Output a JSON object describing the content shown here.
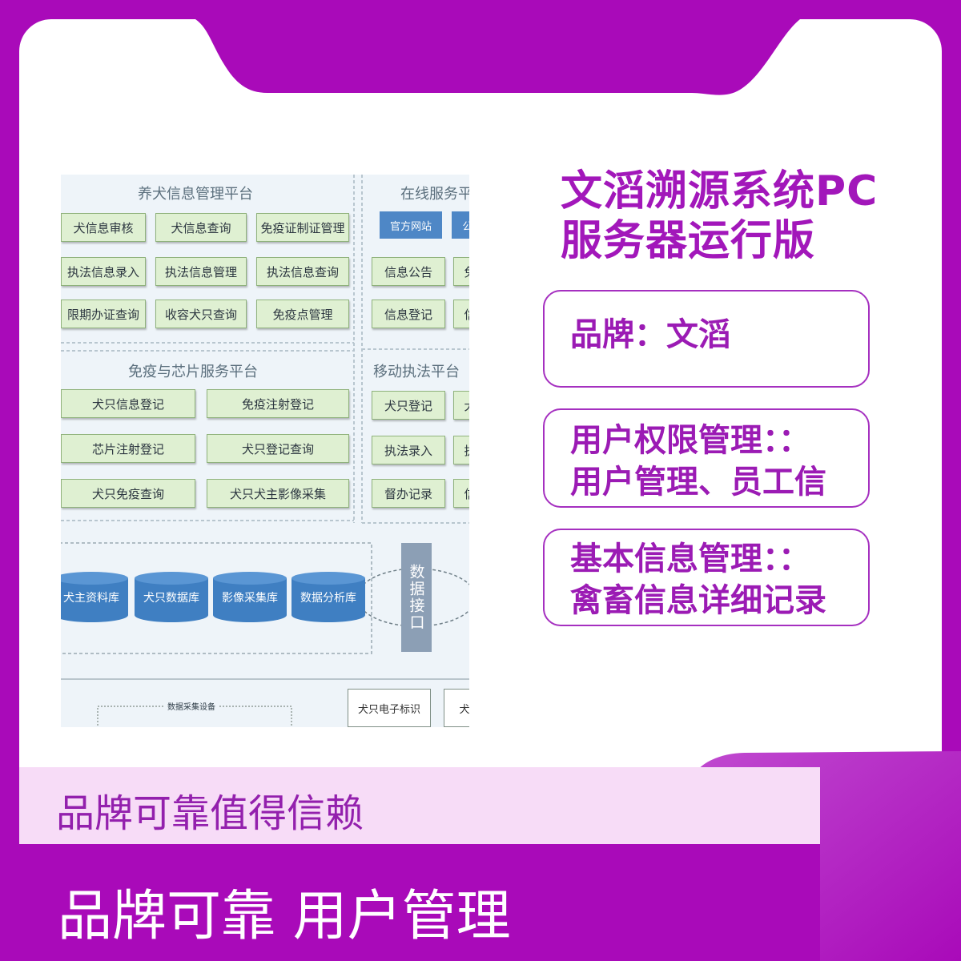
{
  "diagram": {
    "platform1": {
      "title": "养犬信息管理平台",
      "buttons": [
        "犬信息审核",
        "犬信息查询",
        "免疫证制证管理",
        "执法信息录入",
        "执法信息管理",
        "执法信息查询",
        "限期办证查询",
        "收容犬只查询",
        "免疫点管理"
      ]
    },
    "platform2": {
      "title": "在线服务平",
      "buttons": [
        "官方网站",
        "公",
        "信息公告",
        "免",
        "信息登记",
        "信"
      ]
    },
    "platform3": {
      "title": "免疫与芯片服务平台",
      "buttons": [
        "犬只信息登记",
        "免疫注射登记",
        "芯片注射登记",
        "犬只登记查询",
        "犬只免疫查询",
        "犬只犬主影像采集"
      ]
    },
    "platform4": {
      "title": "移动执法平台",
      "buttons": [
        "犬只登记",
        "犬",
        "执法录入",
        "执",
        "督办记录",
        "信"
      ]
    },
    "databases": [
      "犬主资料库",
      "犬只数据库",
      "影像采集库",
      "数据分析库"
    ],
    "interface": "数据接口",
    "collection_label": "数据采集设备",
    "devices": [
      "犬只电子标识",
      "犬"
    ]
  },
  "title": "文滔溯源系统PC服务器运行版",
  "pills": [
    "品牌：文滔",
    "用户权限管理：：\n用户管理、员工信",
    "基本信息管理：：\n禽畜信息详细记录"
  ],
  "band1": "品牌可靠值得信赖",
  "band2": "品牌可靠 用户管理",
  "colors": {
    "background": "#a90ab9",
    "title": "#a217ba",
    "band": "#f7dcf7"
  }
}
